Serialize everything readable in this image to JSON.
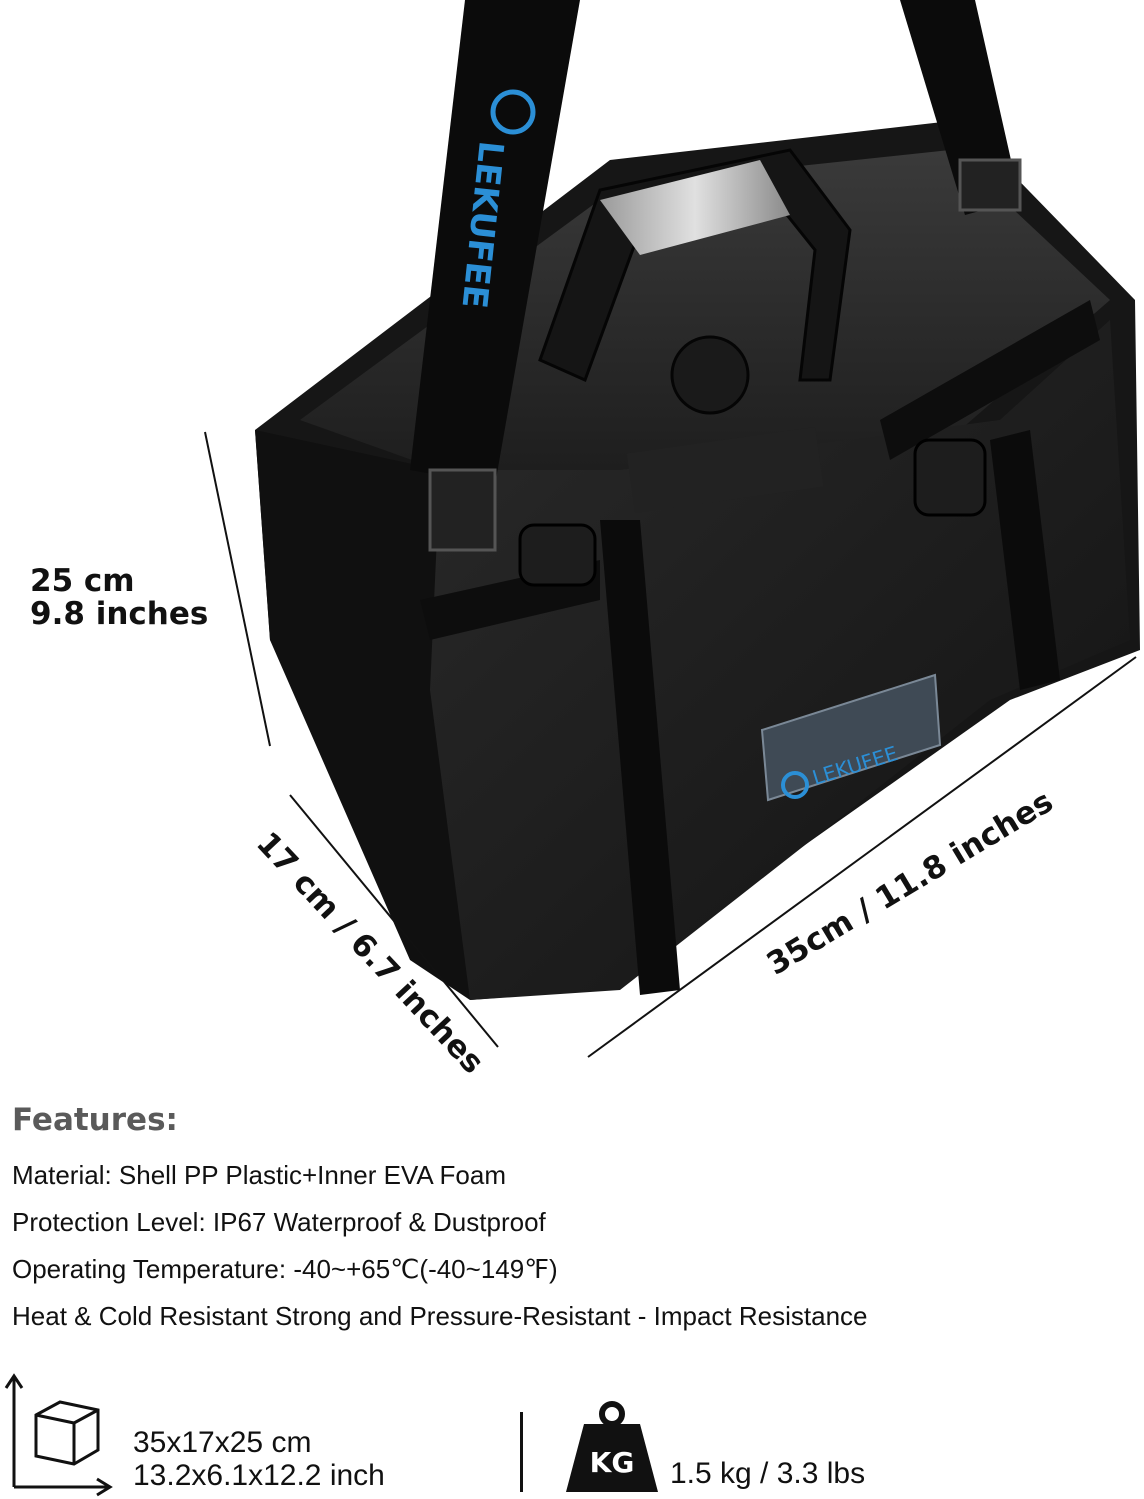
{
  "dimensions": {
    "height_cm": "25 cm",
    "height_in": "9.8 inches",
    "depth": "17 cm / 6.7 inches",
    "width": "35cm / 11.8 inches"
  },
  "product": {
    "brand_logo_text": "LEKUFEE",
    "strap_text": "LEKUFEE",
    "accent_color": "#2b8fd6",
    "case_color": "#1b1b1b"
  },
  "features": {
    "title": "Features:",
    "items": [
      "Material: Shell PP Plastic+Inner EVA Foam",
      "Protection Level: IP67 Waterproof & Dustproof",
      "Operating Temperature: -40~+65℃(-40~149℉)",
      "Heat & Cold Resistant Strong and Pressure-Resistant - Impact Resistance"
    ]
  },
  "specs": {
    "size_cm": "35x17x25 cm",
    "size_in": "13.2x6.1x12.2 inch",
    "weight_badge": "KG",
    "weight": "1.5 kg / 3.3 lbs"
  }
}
